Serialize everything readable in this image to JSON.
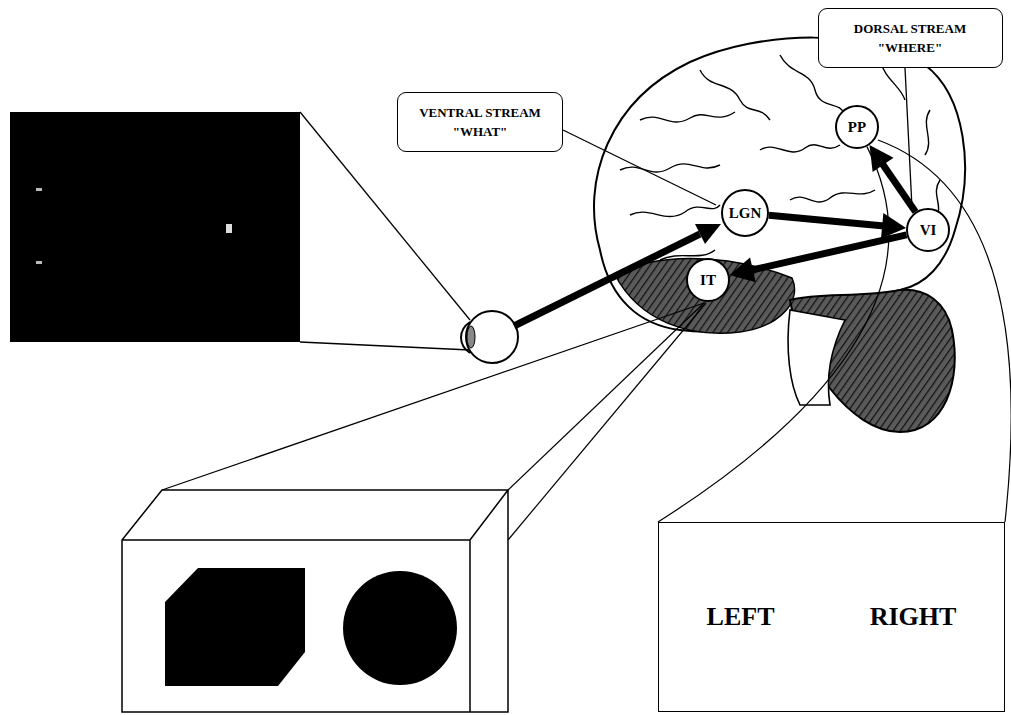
{
  "diagram": {
    "nodes": [
      {
        "text": [
          "DORSAL STREAM \"WHERE\""
        ]
      },
      {
        "text": [
          "VENTRAL STREAM \"WHAT\""
        ]
      },
      {
        "text": [
          "PP"
        ]
      },
      {
        "text": [
          "LGN"
        ]
      },
      {
        "text": [
          "VI"
        ]
      },
      {
        "text": [
          "IT"
        ]
      },
      {
        "text": [
          "LEFT",
          "RIGHT"
        ]
      }
    ],
    "edges": [
      {
        "from": 3,
        "to": 4,
        "arrow": "to"
      },
      {
        "from": 4,
        "to": 2,
        "arrow": "to"
      },
      {
        "from": 4,
        "to": 5,
        "arrow": "to"
      },
      {
        "from": 2,
        "to": 6,
        "arrow": "none"
      }
    ]
  }
}
